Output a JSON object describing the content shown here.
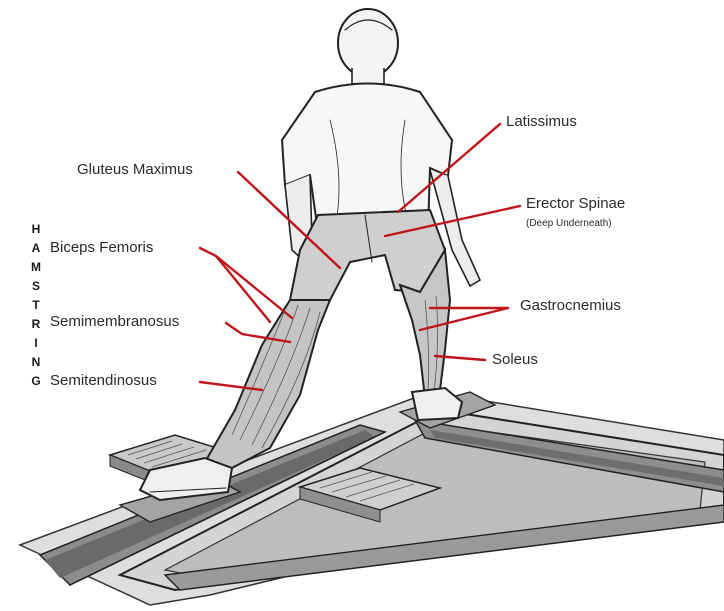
{
  "side_label": "HAMSTRING",
  "labels": {
    "latissimus": "Latissimus",
    "gluteus_maximus": "Gluteus Maximus",
    "erector_spinae": "Erector Spinae",
    "erector_spinae_note": "(Deep Underneath)",
    "biceps_femoris": "Biceps Femoris",
    "semimembranosus": "Semimembranosus",
    "semitendinosus": "Semitendinosus",
    "gastrocnemius": "Gastrocnemius",
    "soleus": "Soleus"
  },
  "colors": {
    "leader": "#c0141b",
    "ink": "#222222",
    "muscle_shade": "#b9b9b9",
    "platform": "#cfcfcf"
  }
}
